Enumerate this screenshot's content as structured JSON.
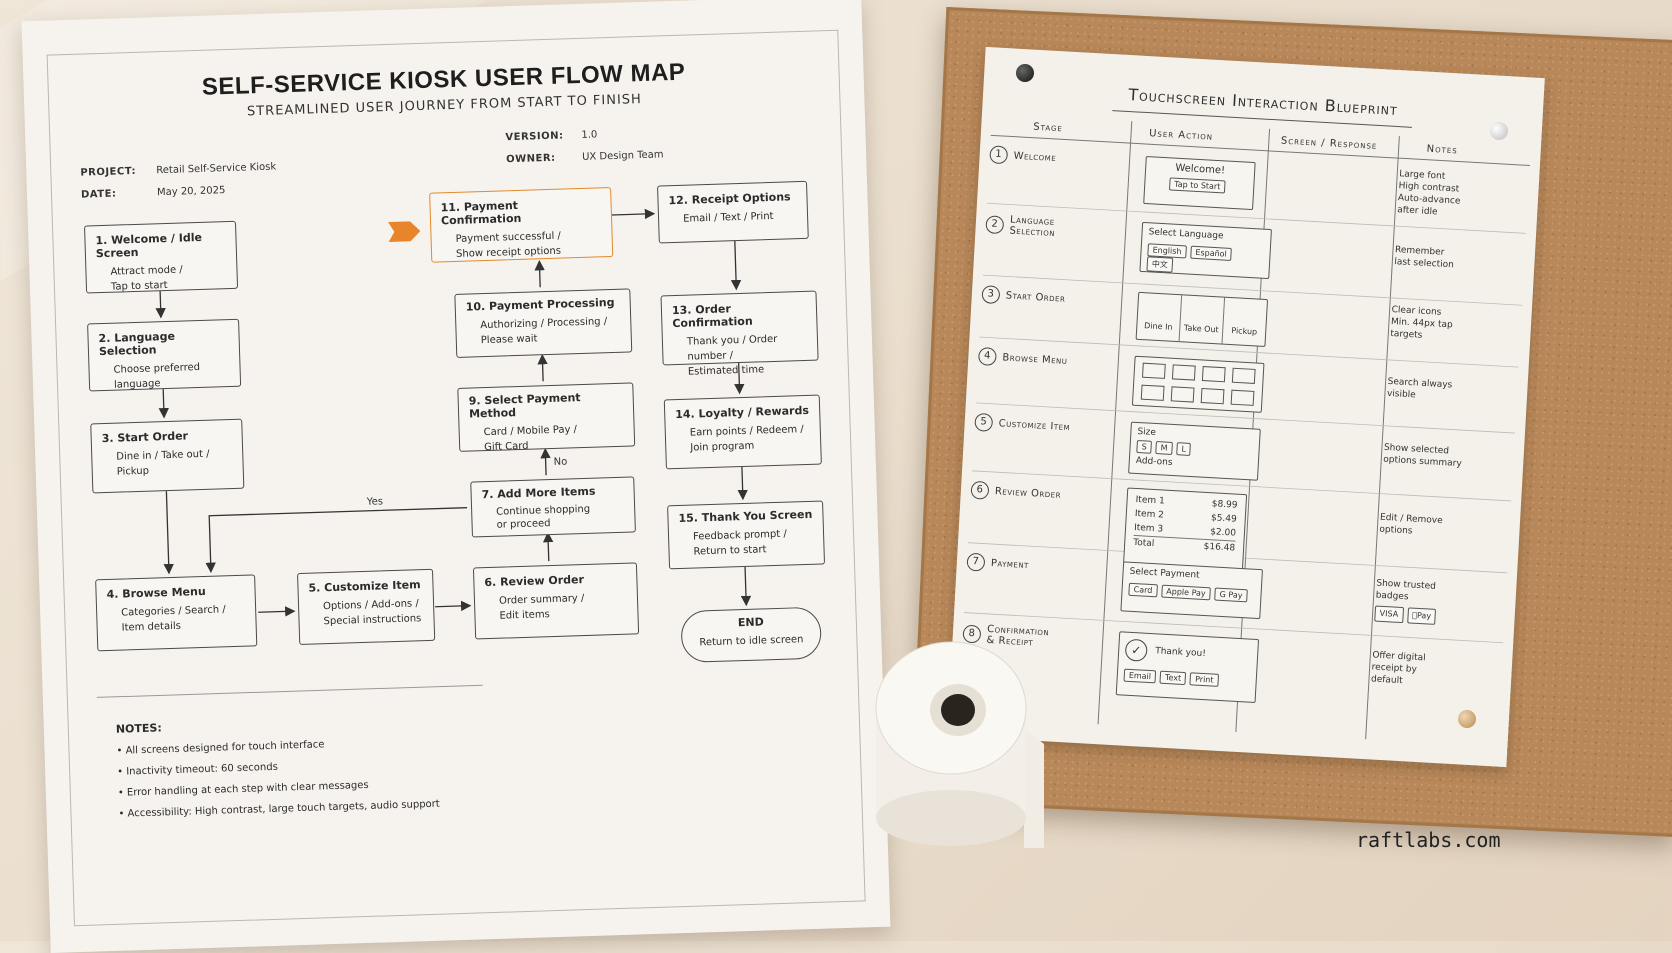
{
  "flowmap": {
    "title": "SELF-SERVICE KIOSK USER FLOW MAP",
    "subtitle": "STREAMLINED USER JOURNEY FROM START TO FINISH",
    "meta": [
      {
        "label": "PROJECT:",
        "value": "Retail Self-Service Kiosk"
      },
      {
        "label": "DATE:",
        "value": "May 20, 2025"
      },
      {
        "label": "VERSION:",
        "value": "1.0"
      },
      {
        "label": "OWNER:",
        "value": "UX Design Team"
      }
    ],
    "nodes": [
      {
        "title": "1. Welcome / Idle Screen",
        "desc": [
          "Attract mode /",
          "Tap to start"
        ]
      },
      {
        "title": "2. Language Selection",
        "desc": [
          "Choose preferred",
          "language"
        ]
      },
      {
        "title": "3. Start Order",
        "desc": [
          "Dine in / Take out /",
          "Pickup"
        ]
      },
      {
        "title": "4. Browse Menu",
        "desc": [
          "Categories / Search /",
          "Item details"
        ]
      },
      {
        "title": "5. Customize Item",
        "desc": [
          "Options / Add-ons /",
          "Special instructions"
        ]
      },
      {
        "title": "6. Review Order",
        "desc": [
          "Order summary /",
          "Edit items"
        ]
      },
      {
        "title": "7. Add More Items",
        "desc": [
          "Continue shopping",
          "or proceed"
        ]
      },
      {
        "title": "9. Select Payment Method",
        "desc": [
          "Card / Mobile Pay /",
          "Gift Card"
        ]
      },
      {
        "title": "10. Payment Processing",
        "desc": [
          "Authorizing / Processing /",
          "Please wait"
        ]
      },
      {
        "title": "11. Payment Confirmation",
        "desc": [
          "Payment successful /",
          "Show receipt options"
        ]
      },
      {
        "title": "12. Receipt Options",
        "desc": [
          "Email / Text / Print"
        ]
      },
      {
        "title": "13. Order Confirmation",
        "desc": [
          "Thank you / Order number /",
          "Estimated time"
        ]
      },
      {
        "title": "14. Loyalty / Rewards",
        "desc": [
          "Earn points / Redeem /",
          "Join program"
        ]
      },
      {
        "title": "15. Thank You Screen",
        "desc": [
          "Feedback prompt /",
          "Return to start"
        ]
      },
      {
        "title": "END",
        "desc": [
          "Return to idle screen"
        ]
      }
    ],
    "edge_labels": {
      "yes": "Yes",
      "no": "No"
    },
    "notes_heading": "NOTES:",
    "notes": [
      "All screens designed for touch interface",
      "Inactivity timeout: 60 seconds",
      "Error handling at each step with clear messages",
      "Accessibility: High contrast, large touch targets, audio support"
    ],
    "accent_color": "#e8852a"
  },
  "blueprint": {
    "title": "Touchscreen Interaction Blueprint",
    "headers": [
      "Stage",
      "User Action",
      "Screen / Response",
      "Notes"
    ],
    "stages": [
      {
        "num": "1",
        "name": [
          "Welcome"
        ],
        "note": [
          "Large font",
          "High contrast",
          "Auto-advance",
          "after idle"
        ]
      },
      {
        "num": "2",
        "name": [
          "Language",
          "Selection"
        ],
        "note": [
          "Remember",
          "last selection"
        ]
      },
      {
        "num": "3",
        "name": [
          "Start Order"
        ],
        "note": [
          "Clear icons",
          "Min. 44px tap",
          "targets"
        ]
      },
      {
        "num": "4",
        "name": [
          "Browse Menu"
        ],
        "note": [
          "Search always",
          "visible"
        ]
      },
      {
        "num": "5",
        "name": [
          "Customize Item"
        ],
        "note": [
          "Show selected",
          "options summary"
        ]
      },
      {
        "num": "6",
        "name": [
          "Review Order"
        ],
        "note": [
          "Edit / Remove",
          "options"
        ]
      },
      {
        "num": "7",
        "name": [
          "Payment"
        ],
        "note": [
          "Show trusted",
          "badges"
        ]
      },
      {
        "num": "8",
        "name": [
          "Confirmation",
          "& Receipt"
        ],
        "note": [
          "Offer digital",
          "receipt by",
          "default"
        ]
      }
    ],
    "wire_welcome": {
      "title": "Welcome!",
      "button": "Tap to Start"
    },
    "wire_language": {
      "title": "Select Language",
      "options": [
        "English",
        "Español",
        "中文"
      ]
    },
    "wire_start": {
      "options": [
        "Dine In",
        "Take Out",
        "Pickup"
      ]
    },
    "wire_customize": {
      "title": "Size",
      "sizes": [
        "S",
        "M",
        "L"
      ],
      "addons": "Add-ons"
    },
    "wire_review": {
      "items": [
        {
          "name": "Item 1",
          "price": "$8.99"
        },
        {
          "name": "Item 2",
          "price": "$5.49"
        },
        {
          "name": "Item 3",
          "price": "$2.00"
        },
        {
          "name": "Total",
          "price": "$16.48"
        }
      ]
    },
    "wire_payment": {
      "title": "Select Payment",
      "options": [
        "Card",
        "Apple Pay",
        "G Pay"
      ]
    },
    "wire_confirm": {
      "title": "Thank you!",
      "options": [
        "Email",
        "Text",
        "Print"
      ]
    },
    "badges": [
      "VISA",
      "Pay"
    ]
  },
  "brand": "raftlabs.com"
}
